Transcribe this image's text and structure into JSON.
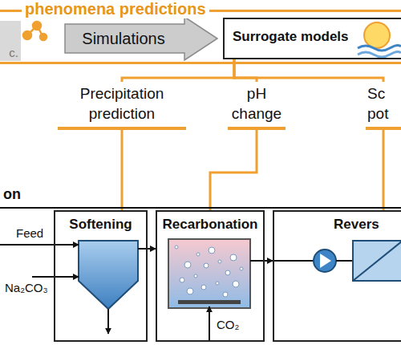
{
  "diagram": {
    "nodes": [
      {
        "text": [
          "phenomena predictions"
        ]
      },
      {
        "text": [
          "c."
        ],
        "in": 0
      },
      {
        "text": [
          "Simulations"
        ],
        "in": 0
      },
      {
        "text": [
          "Surrogate models"
        ],
        "in": 0
      },
      {
        "text": [
          "Precipitation prediction"
        ]
      },
      {
        "text": [
          "pH change"
        ]
      },
      {
        "text": [
          "Sc pot"
        ]
      },
      {
        "text": [
          "on"
        ]
      },
      {
        "text": [
          "Softening"
        ],
        "in": 7
      },
      {
        "text": [
          "Recarbonation"
        ],
        "in": 7
      },
      {
        "text": [
          "Revers"
        ],
        "in": 7
      }
    ],
    "edges": [
      {
        "from": 3,
        "to": 4,
        "arrow": "none"
      },
      {
        "from": 3,
        "to": 5,
        "arrow": "none"
      },
      {
        "from": 3,
        "to": 6,
        "arrow": "none"
      },
      {
        "from": 4,
        "to": 8,
        "arrow": "none"
      },
      {
        "from": 5,
        "to": 9,
        "arrow": "none"
      },
      {
        "from": 6,
        "to": 10,
        "arrow": "none"
      },
      {
        "from": 8,
        "to": 9,
        "arrow": "to"
      },
      {
        "from": 9,
        "to": 10,
        "arrow": "to"
      }
    ],
    "labels": [
      "Feed",
      "Na₂CO₃",
      "CO₂"
    ]
  }
}
